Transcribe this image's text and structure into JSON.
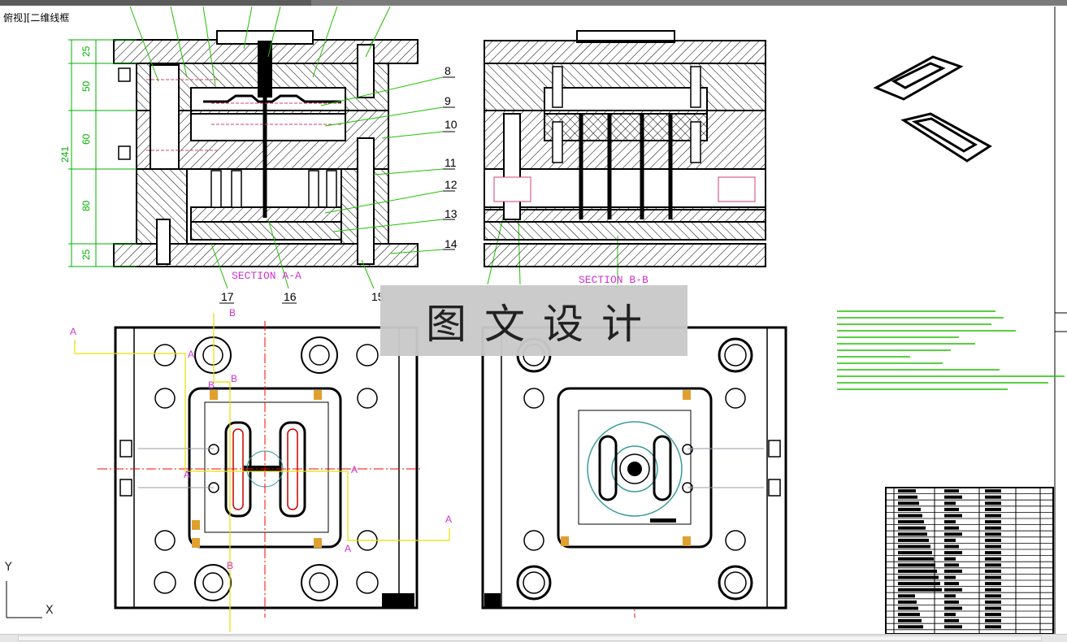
{
  "viewport": {
    "label": "俯视][二维线框"
  },
  "section_aa": {
    "title": "SECTION A-A",
    "dims": [
      "25",
      "50",
      "60",
      "80",
      "25"
    ],
    "total_dim": "241",
    "callouts_right": [
      "8",
      "9",
      "10",
      "11",
      "12",
      "13",
      "14"
    ],
    "callouts_bottom": [
      "17",
      "16",
      "15"
    ]
  },
  "section_bb": {
    "title": "SECTION B-B"
  },
  "plan_labels": {
    "a": "A",
    "b": "B"
  },
  "watermark": "图文设计",
  "ucs": {
    "x": "X",
    "y": "Y"
  },
  "colors": {
    "outline": "#000000",
    "dimension": "#00b000",
    "centerline": "#ff0000",
    "section": "#cc33cc",
    "leader": "#22c000",
    "cut": "#e8e000"
  }
}
